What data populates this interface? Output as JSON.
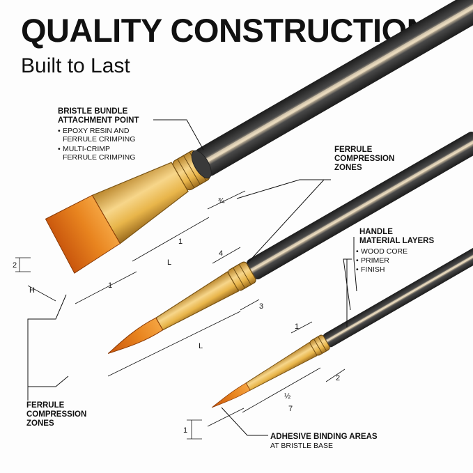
{
  "title": "QUALITY CONSTRUCTION",
  "subtitle": "Built to Last",
  "callouts": {
    "bristle": {
      "heading": [
        "BRISTLE BUNDLE",
        "ATTACHMENT POINT"
      ],
      "items": [
        "EPOXY RESIN AND",
        "FERRULE CRIMPING",
        "MULTI-CRIMP",
        "FERRULE CRIMPING"
      ]
    },
    "ferrule_top": {
      "heading": [
        "FERRULE",
        "COMPRESSION",
        "ZONES"
      ]
    },
    "handle": {
      "heading": [
        "HANDLE",
        "MATERIAL LAYERS"
      ],
      "items": [
        "WOOD CORE",
        "PRIMER",
        "FINISH"
      ]
    },
    "ferrule_bottom": {
      "heading": [
        "FERRULE",
        "COMPRESSION",
        "ZONES"
      ]
    },
    "adhesive": {
      "heading": "ADHESIVE BINDING AREAS",
      "sub": "AT BRISTLE BASE"
    }
  },
  "bullet": "•",
  "dimensions": {
    "flat": {
      "a": "¾",
      "b": "1",
      "c": "L",
      "d": "1",
      "e": "2",
      "f": "H"
    },
    "round": {
      "a": "4",
      "b": "3",
      "c": "L"
    },
    "small": {
      "a": "1",
      "b": "2",
      "c": "½",
      "d": "7",
      "e": "1"
    }
  },
  "colors": {
    "handle_dark": "#2b2b2b",
    "handle_stripe": "#d9c3a0",
    "ferrule_gold": "#e8b54a",
    "bristle": "#e07a1a",
    "tip": "#f4a340"
  }
}
